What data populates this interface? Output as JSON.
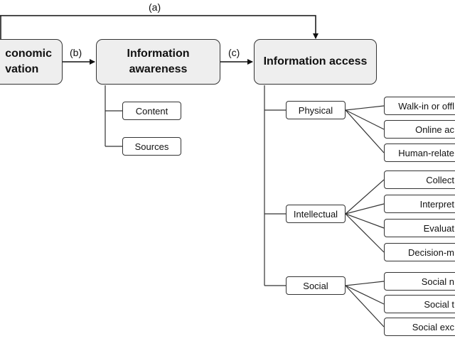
{
  "diagram": {
    "top_label": "(a)",
    "edge_b_label": "(b)",
    "edge_c_label": "(c)",
    "economic_motivation": {
      "line1": "conomic",
      "line2": "vation"
    },
    "information_awareness": {
      "line1": "Information",
      "line2": "awareness"
    },
    "information_access": "Information access",
    "awareness_children": [
      "Content",
      "Sources"
    ],
    "access_dimensions": [
      {
        "label": "Physical",
        "children": [
          "Walk-in or offl",
          "Online ac",
          "Human-relate"
        ]
      },
      {
        "label": "Intellectual",
        "children": [
          "Collect",
          "Interpret",
          "Evaluat",
          "Decision-m"
        ]
      },
      {
        "label": "Social",
        "children": [
          "Social n",
          "Social t",
          "Social exc"
        ]
      }
    ]
  }
}
